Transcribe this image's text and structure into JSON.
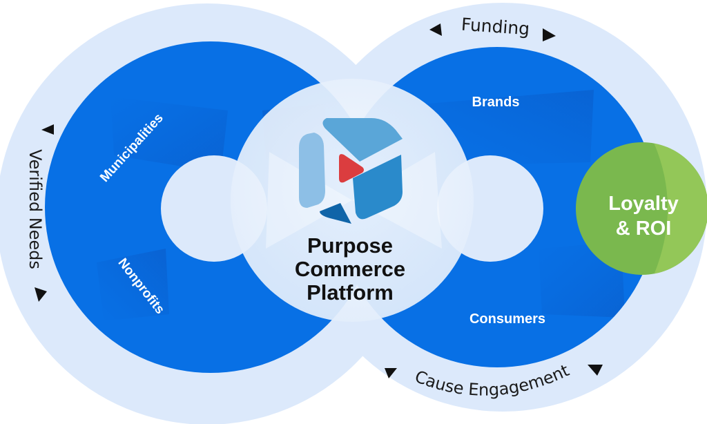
{
  "diagram": {
    "title_lines": [
      "Purpose",
      "Commerce",
      "Platform"
    ],
    "left_loop": {
      "labels": [
        "Municipalities",
        "Nonprofits"
      ],
      "outer_label": "Verified Needs"
    },
    "right_loop": {
      "labels": [
        "Brands",
        "Consumers"
      ],
      "top_label": "Funding",
      "bottom_label": "Cause Engagement"
    },
    "outcome": {
      "lines": [
        "Loyalty",
        "& ROI"
      ]
    },
    "icons": {
      "logo": "hexagon-play-logo-icon",
      "arrow": "triangle-arrow-icon"
    },
    "colors": {
      "outer_ring": "#dce9fb",
      "loop_blue": "#0870e5",
      "loop_shadow": "#0a5bcc",
      "center_circle": "#eaf2fd",
      "outcome_green": "#7ab84e",
      "outcome_green_light": "#98c95a",
      "logo_light": "#8dbfe6",
      "logo_mid": "#5aa6d8",
      "logo_main": "#2a8acb",
      "logo_dark": "#0f64a8",
      "logo_red": "#db3d3f"
    }
  }
}
